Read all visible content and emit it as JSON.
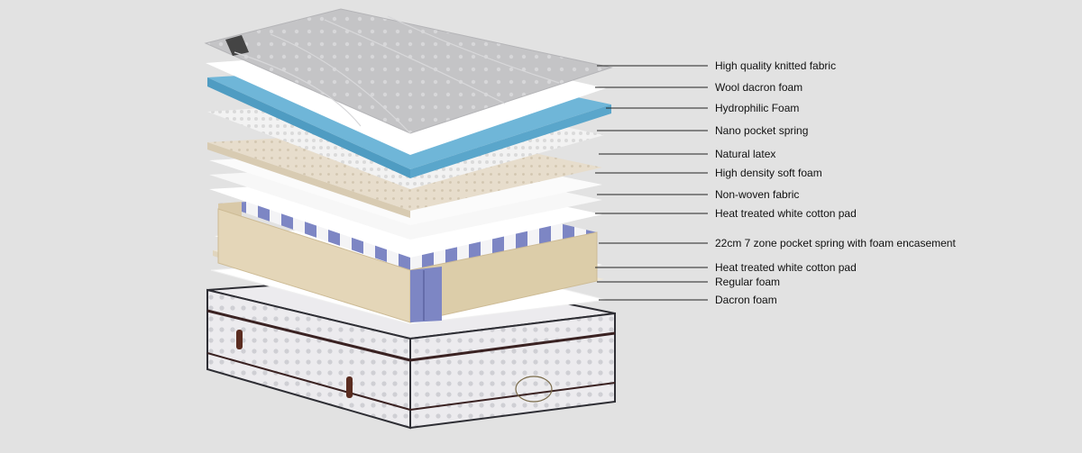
{
  "diagram": {
    "layers": [
      {
        "id": "knitted-fabric",
        "label": "High quality knitted fabric"
      },
      {
        "id": "wool-dacron",
        "label": "Wool dacron foam"
      },
      {
        "id": "hydrophilic",
        "label": "Hydrophilic Foam"
      },
      {
        "id": "nano-spring",
        "label": "Nano pocket spring"
      },
      {
        "id": "latex",
        "label": "Natural latex"
      },
      {
        "id": "hd-soft-foam",
        "label": "High density soft foam"
      },
      {
        "id": "non-woven",
        "label": "Non-woven fabric"
      },
      {
        "id": "cotton-pad-top",
        "label": "Heat treated white cotton pad"
      },
      {
        "id": "zone-spring",
        "label": "22cm 7 zone pocket spring with foam encasement"
      },
      {
        "id": "cotton-pad-bottom",
        "label": "Heat treated white cotton pad"
      },
      {
        "id": "regular-foam",
        "label": "Regular foam"
      },
      {
        "id": "dacron-foam",
        "label": "Dacron foam"
      }
    ],
    "colors": {
      "background": "#e2e2e2",
      "fabric": "#c9c9cb",
      "hydrophilic": "#6bb4d6",
      "latex": "#e6dccb",
      "encasement": "#d9c9a8",
      "spring": "#7d86c4",
      "sheet": "#ffffff",
      "leader": "#222222"
    }
  }
}
